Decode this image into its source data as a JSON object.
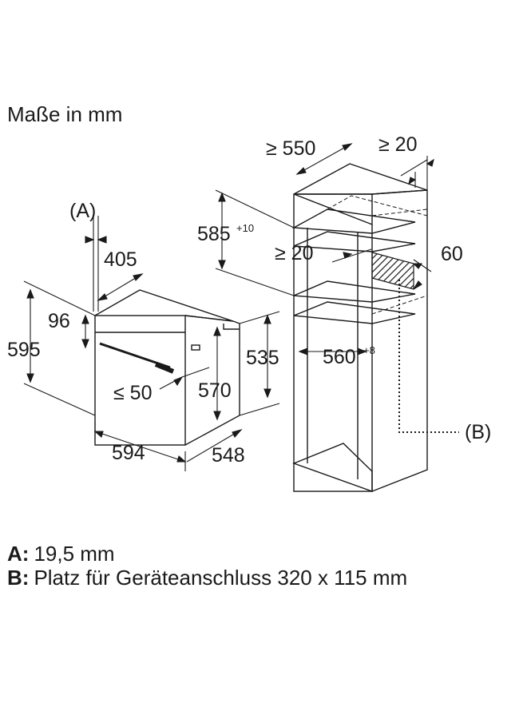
{
  "heading": "Maße in mm",
  "oven": {
    "label_a": "(A)",
    "width": "594",
    "height": "595",
    "depth": "548",
    "depth_body": "405",
    "panel_offset": "96",
    "door_gap": "≤ 50",
    "body_depth_side": "570",
    "body_height": "535"
  },
  "cabinet": {
    "min_depth": "≥ 550",
    "min_rear_gap": "≥ 20",
    "niche_height": "585",
    "niche_height_tol": "+10",
    "shelf_gap": "≥ 20",
    "cutout_height": "60",
    "niche_width": "560",
    "niche_width_tol": "+8",
    "label_b": "(B)"
  },
  "legend": [
    {
      "key": "A:",
      "text": "19,5 mm"
    },
    {
      "key": "B:",
      "text": "Platz für Geräteanschluss 320 x 115 mm"
    }
  ]
}
